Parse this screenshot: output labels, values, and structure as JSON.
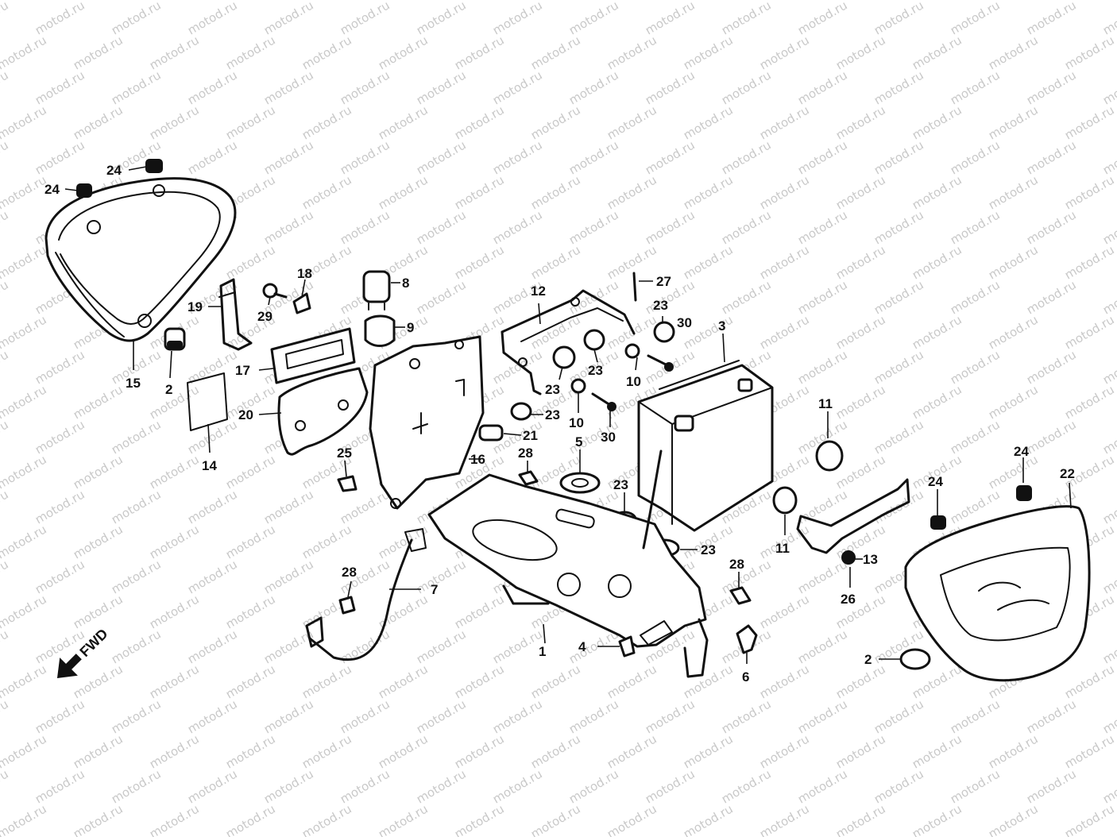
{
  "watermark": {
    "text": "motod.ru"
  },
  "fwd_label": "FWD",
  "callouts": [
    {
      "id": "c24a",
      "label": "24"
    },
    {
      "id": "c24b",
      "label": "24"
    },
    {
      "id": "c15",
      "label": "15"
    },
    {
      "id": "c2a",
      "label": "2"
    },
    {
      "id": "c19",
      "label": "19"
    },
    {
      "id": "c14",
      "label": "14"
    },
    {
      "id": "c29",
      "label": "29"
    },
    {
      "id": "c18",
      "label": "18"
    },
    {
      "id": "c17",
      "label": "17"
    },
    {
      "id": "c20",
      "label": "20"
    },
    {
      "id": "c8",
      "label": "8"
    },
    {
      "id": "c9",
      "label": "9"
    },
    {
      "id": "c16",
      "label": "16"
    },
    {
      "id": "c25",
      "label": "25"
    },
    {
      "id": "c21",
      "label": "21"
    },
    {
      "id": "c12",
      "label": "12"
    },
    {
      "id": "c23a",
      "label": "23"
    },
    {
      "id": "c23b",
      "label": "23"
    },
    {
      "id": "c23c",
      "label": "23"
    },
    {
      "id": "c23d",
      "label": "23"
    },
    {
      "id": "c23e",
      "label": "23"
    },
    {
      "id": "c23f",
      "label": "23"
    },
    {
      "id": "c10a",
      "label": "10"
    },
    {
      "id": "c10b",
      "label": "10"
    },
    {
      "id": "c30a",
      "label": "30"
    },
    {
      "id": "c30b",
      "label": "30"
    },
    {
      "id": "c27",
      "label": "27"
    },
    {
      "id": "c3",
      "label": "3"
    },
    {
      "id": "c5",
      "label": "5"
    },
    {
      "id": "c28a",
      "label": "28"
    },
    {
      "id": "c28b",
      "label": "28"
    },
    {
      "id": "c28c",
      "label": "28"
    },
    {
      "id": "c7",
      "label": "7"
    },
    {
      "id": "c1",
      "label": "1"
    },
    {
      "id": "c4",
      "label": "4"
    },
    {
      "id": "c6",
      "label": "6"
    },
    {
      "id": "c11a",
      "label": "11"
    },
    {
      "id": "c11b",
      "label": "11"
    },
    {
      "id": "c13",
      "label": "13"
    },
    {
      "id": "c24c",
      "label": "24"
    },
    {
      "id": "c24d",
      "label": "24"
    },
    {
      "id": "c22",
      "label": "22"
    },
    {
      "id": "c26",
      "label": "26"
    },
    {
      "id": "c2b",
      "label": "2"
    }
  ]
}
